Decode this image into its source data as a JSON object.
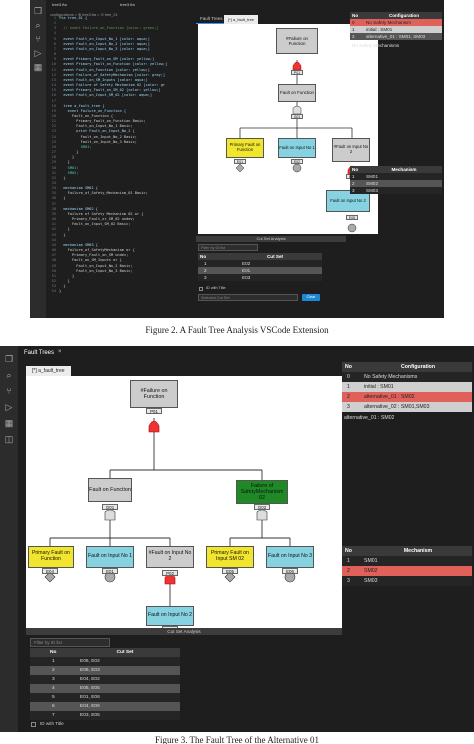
{
  "figure2": {
    "explorer_tab": "tree3.fta",
    "tab_editor": "tree3.fta",
    "breadcrumb": "configurations > ⊕ tree3.fta > ⊙ tree_01",
    "ft_tab": "Fault Trees",
    "ft_subtab": "[*] a_fault_tree",
    "code_lines": [
      "fta tree_01 {",
      "",
      "  // event Failure_on_Function [color: green;]",
      "",
      "  event Fault_on_Input_No_1 [color: aqua;]",
      "  event Fault_on_Input_No_2 [color: aqua;]",
      "  event Fault_on_Input_No_3 [color: aqua;]",
      "",
      "  event Primary_Fault_on_SM [color: yellow;]",
      "  event Primary_Fault_on_Function [color: yellow;]",
      "  event Fault_on_Function [color: yellow;]",
      "  event Failure_of_SafetyMechanism [color: gray;]",
      "  event Fault_on_SM_Inputs [color: aqua;]",
      "  event Failure of Safety Mechanism 02 [color: gr",
      "  event Primary_Fault_on_SM_02 [color: yellow;]",
      "  event Fault_on_Input_SM_02 [color: aqua;]",
      "",
      "  tree a_fault_tree {",
      "    event Failure_on_Function {",
      "      Fault_on_Function {",
      "        Primary_Fault_on_Function Basic;",
      "        Fault_on_Input_No_1 Basic;",
      "        print Fault_on_Input_No_2 {",
      "          Fault_on_Input_No_2 Basic;",
      "          Fault_on_Input_No_3 Basic;",
      "          SM01;",
      "        }",
      "      }",
      "    }",
      "    SM01;",
      "    SM02;",
      "  }",
      "",
      "  mechanism SM01 {",
      "    Failure_of_Safety_Mechanism_01 Basic;",
      "  }",
      "",
      "  mechanism SM02 {",
      "    Failure of Safety Mechanism 02 or {",
      "      Primary_Fault_or_SM_02 undev;",
      "      Fault_on_Input_SM_02 Basic;",
      "    }",
      "  }",
      "",
      "  mechanism SM03 {",
      "    Failure_of_SafetyMechanism or {",
      "      Primary_Fault_on_SM undev;",
      "      Fault_on_SM_Inputs or {",
      "        Fault_on_Input_No_2 Basic;",
      "        Fault_on_Input_No_3 Basic;",
      "      }",
      "    }",
      "  }",
      "}"
    ],
    "tree": {
      "top": "#Failure on Function",
      "top_id": "P01",
      "mid": "Fault on Function",
      "mid_id": "G01",
      "leaf1": "Primary Fault on Function",
      "leaf1_id": "E01",
      "leaf2": "Fault on Input No 1",
      "leaf2_id": "E02",
      "leaf3": "#Fault on Input No 2",
      "leaf3_id": "P02",
      "sub": "Fault on Input No 2",
      "sub_id": "E05"
    },
    "config_table": {
      "headers": [
        "No",
        "Configuration"
      ],
      "rows": [
        [
          "0",
          "No Safety Mechanism"
        ],
        [
          "1",
          "initial : SM01"
        ],
        [
          "2",
          "alternative_01 : SM01, SM03"
        ]
      ],
      "footer": "No Safety Mechanisms"
    },
    "mech_table": {
      "headers": [
        "No",
        "Mechanism"
      ],
      "rows": [
        [
          "1",
          "SM01"
        ],
        [
          "2",
          "SM02"
        ],
        [
          "3",
          "SM03"
        ]
      ]
    },
    "cutset_panel": {
      "title": "Cut Set Analysis",
      "filter_placeholder": "Filter by ID list",
      "headers": [
        "No",
        "Cut Set"
      ],
      "rows": [
        [
          "1",
          "E02"
        ],
        [
          "2",
          "E01"
        ],
        [
          "3",
          "E03"
        ]
      ],
      "checkbox_label": "ID with Title",
      "selected_label": "Selected Cut Set",
      "clear_button": "Clear"
    }
  },
  "caption2": "Figure 2.  A Fault Tree Analysis VSCode Extension",
  "figure3": {
    "ft_tab": "Fault Trees",
    "ft_subtab": "[*] a_fault_tree",
    "tree": {
      "top": "#Failure on Function",
      "top_id": "P01",
      "mid": "Fault on Function",
      "mid_id": "G01",
      "green": "Failure of SafetyMechanism 02",
      "green_id": "G02",
      "leaf1": "Primary Fault on Function",
      "leaf1_id": "E04",
      "leaf2": "Fault on Input No 1",
      "leaf2_id": "E01",
      "leaf3": "#Fault on Input No 2",
      "leaf3_id": "P02",
      "leaf4": "Primary Fault on Input SM 02",
      "leaf4_id": "E05",
      "leaf5": "Fault on Input No 3",
      "leaf5_id": "E06",
      "sub": "Fault on Input No 2",
      "sub_id": "E02"
    },
    "config_table": {
      "headers": [
        "No",
        "Configuration"
      ],
      "rows": [
        [
          "0",
          "No Safety Mechanisms"
        ],
        [
          "1",
          "initial : SM01"
        ],
        [
          "2",
          "alternative_01 : SM02"
        ],
        [
          "3",
          "alternative_02 : SM01,SM03"
        ]
      ],
      "footer": "alternative_01 : SM02"
    },
    "mech_table": {
      "headers": [
        "No",
        "Mechanism"
      ],
      "rows": [
        [
          "1",
          "SM01"
        ],
        [
          "2",
          "SM02"
        ],
        [
          "3",
          "SM03"
        ]
      ]
    },
    "cutset_panel": {
      "title": "Cut Set Analysis",
      "filter_placeholder": "Filter by ID list",
      "headers": [
        "No",
        "Cut Set"
      ],
      "rows": [
        [
          "1",
          "E06, E02"
        ],
        [
          "2",
          "E06, E03"
        ],
        [
          "3",
          "E04, E02"
        ],
        [
          "4",
          "E05, E05"
        ],
        [
          "5",
          "E01, E06"
        ],
        [
          "6",
          "E04, E06"
        ],
        [
          "7",
          "E03, E05"
        ]
      ],
      "checkbox_label": "ID with Title"
    }
  },
  "caption3": "Figure 3.  The Fault Tree of the Alternative 01"
}
